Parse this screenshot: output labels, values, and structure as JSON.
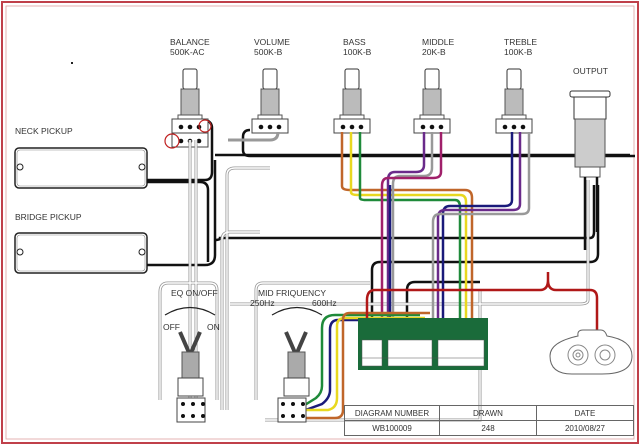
{
  "pots": [
    {
      "name": "BALANCE",
      "value": "500K-AC"
    },
    {
      "name": "VOLUME",
      "value": "500K-B"
    },
    {
      "name": "BASS",
      "value": "100K-B"
    },
    {
      "name": "MIDDLE",
      "value": "20K-B"
    },
    {
      "name": "TREBLE",
      "value": "100K-B"
    }
  ],
  "output_label": "OUTPUT",
  "pickups": {
    "neck": "NECK PICKUP",
    "bridge": "BRIDGE PICKUP"
  },
  "switches": {
    "eq": {
      "title": "EQ ON/OFF",
      "left": "OFF",
      "right": "ON"
    },
    "mid": {
      "title": "MID FRIQUENCY",
      "left": "250Hz",
      "right": "600Hz"
    }
  },
  "title_block": {
    "headers": [
      "DIAGRAM NUMBER",
      "DRAWN",
      "DATE"
    ],
    "values": [
      "WB100009",
      "248",
      "2010/08/27"
    ]
  },
  "colors": {
    "border": "#c0404a",
    "wire_black": "#111111",
    "wire_red": "#b01818",
    "board_green": "#1a6b3a",
    "orange": "#c0662a",
    "yellow": "#e8d820",
    "green": "#1f8a3a",
    "purple": "#6a2a8a",
    "magenta": "#a0206a",
    "navy": "#1a1a7a",
    "gray": "#999999"
  }
}
